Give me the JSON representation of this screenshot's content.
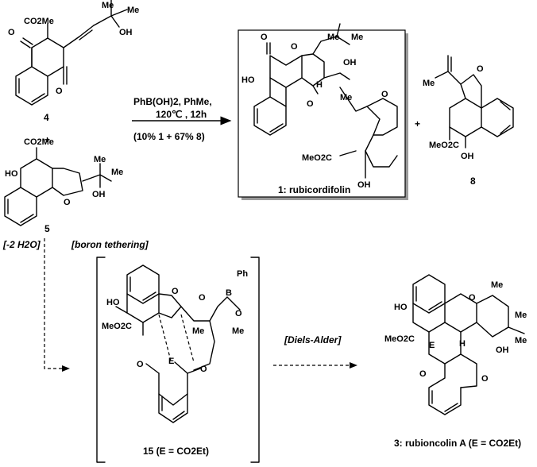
{
  "compounds": {
    "c4": {
      "number": "4",
      "ester": "CO2Me",
      "alkyl_me1": "Me",
      "alkyl_me2": "Me",
      "hydroxyl": "OH",
      "oxo_top": "O",
      "oxo_bottom": "O"
    },
    "c5": {
      "number": "5",
      "ester": "CO2Me",
      "hydroxyl_ring": "HO",
      "ring_o": "O",
      "me1": "Me",
      "me2": "Me",
      "hydroxyl": "OH"
    },
    "plus_reactants": "+",
    "c1": {
      "caption": "1: rubicordifolin",
      "lactone_o": "O",
      "ring_o": "O",
      "ring_o2": "O",
      "furan_o": "O",
      "hydroxyl": "HO",
      "me_a": "Me",
      "me_b": "Me",
      "me_c": "Me",
      "hydroxyl2": "OH",
      "hydroxyl3": "OH",
      "ester": "MeO2C",
      "h": "H"
    },
    "plus_products": "+",
    "c8": {
      "number": "8",
      "furan_o": "O",
      "me": "Me",
      "ester": "MeO2C",
      "hydroxyl": "OH"
    },
    "c15": {
      "caption": "15 (E = CO2Et)",
      "hydroxyl": "HO",
      "furan_o": "O",
      "ester": "MeO2C",
      "me1": "Me",
      "me2": "Me",
      "b_o1": "O",
      "b_o2": "O",
      "boron": "B",
      "phenyl": "Ph",
      "oxo1": "O",
      "oxo2": "O",
      "e": "E"
    },
    "c3": {
      "caption": "3: rubioncolin A (E = CO2Et)",
      "hydroxyl": "HO",
      "ring_o": "O",
      "ester": "MeO2C",
      "e": "E",
      "h": "H",
      "me1": "Me",
      "me2": "Me",
      "me3": "Me",
      "hydroxyl2": "OH",
      "oxo1": "O",
      "oxo2": "O"
    }
  },
  "reaction": {
    "reagent_line1": "PhB(OH)2, PhMe,",
    "reagent_line2": "120℃ , 12h",
    "yield": "(10% 1 + 67% 8)"
  },
  "steps": {
    "dehydration": "[-2 H2O]",
    "tethering": "[boron tethering]",
    "diels_alder": "[Diels-Alder]"
  }
}
